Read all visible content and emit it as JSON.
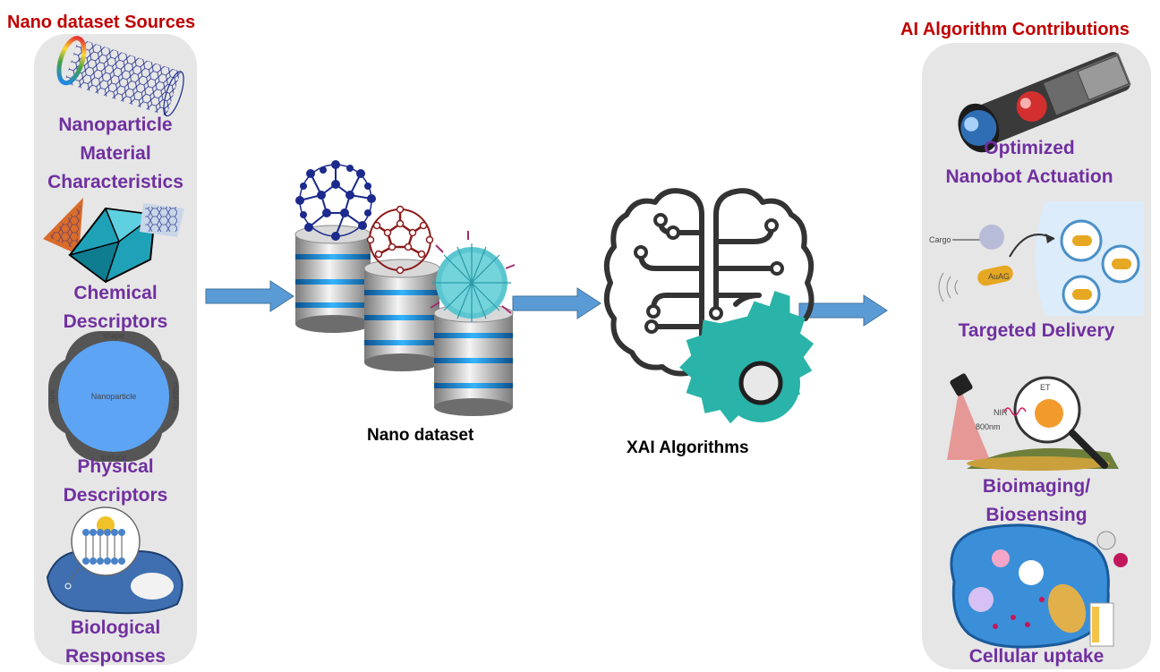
{
  "left_panel": {
    "title": "Nano dataset Sources",
    "items": [
      {
        "label": "Nanoparticle\nMaterial\nCharacteristics",
        "icon": "carbon-nanotube-icon"
      },
      {
        "label": "Chemical\nDescriptors",
        "icon": "nanocrystal-icon"
      },
      {
        "label": "Physical\nDescriptors",
        "icon": "nanoparticle-descriptor-diagram-icon"
      },
      {
        "label": "Biological\nResponses",
        "icon": "cell-membrane-icon"
      }
    ],
    "descriptor_diagram": {
      "center": "Nanoparticle",
      "top": "shape",
      "bottom": "surface",
      "left": "size",
      "right": "material"
    }
  },
  "center": {
    "dataset_caption": "Nano dataset",
    "xai_caption": "XAI Algorithms"
  },
  "right_panel": {
    "title": "AI Algorithm Contributions",
    "items": [
      {
        "label": "Optimized\nNanobot Actuation",
        "icon": "nanobot-icon"
      },
      {
        "label": "Targeted Delivery",
        "icon": "targeted-delivery-icon"
      },
      {
        "label": "Bioimaging/\nBiosensing",
        "icon": "bioimaging-icon"
      },
      {
        "label": "Cellular uptake",
        "icon": "cellular-uptake-icon"
      }
    ],
    "delivery_text": {
      "cargo": "Cargo",
      "particle": "AuAG"
    },
    "imaging_text": {
      "nir": "NIR",
      "et": "ET",
      "wavelength": "800nm"
    }
  },
  "colors": {
    "title_red": "#c00000",
    "label_purple": "#7030a0",
    "arrow_blue": "#5b9bd5",
    "panel_gray": "#e6e6e6",
    "gear_teal": "#2ab3a8"
  }
}
